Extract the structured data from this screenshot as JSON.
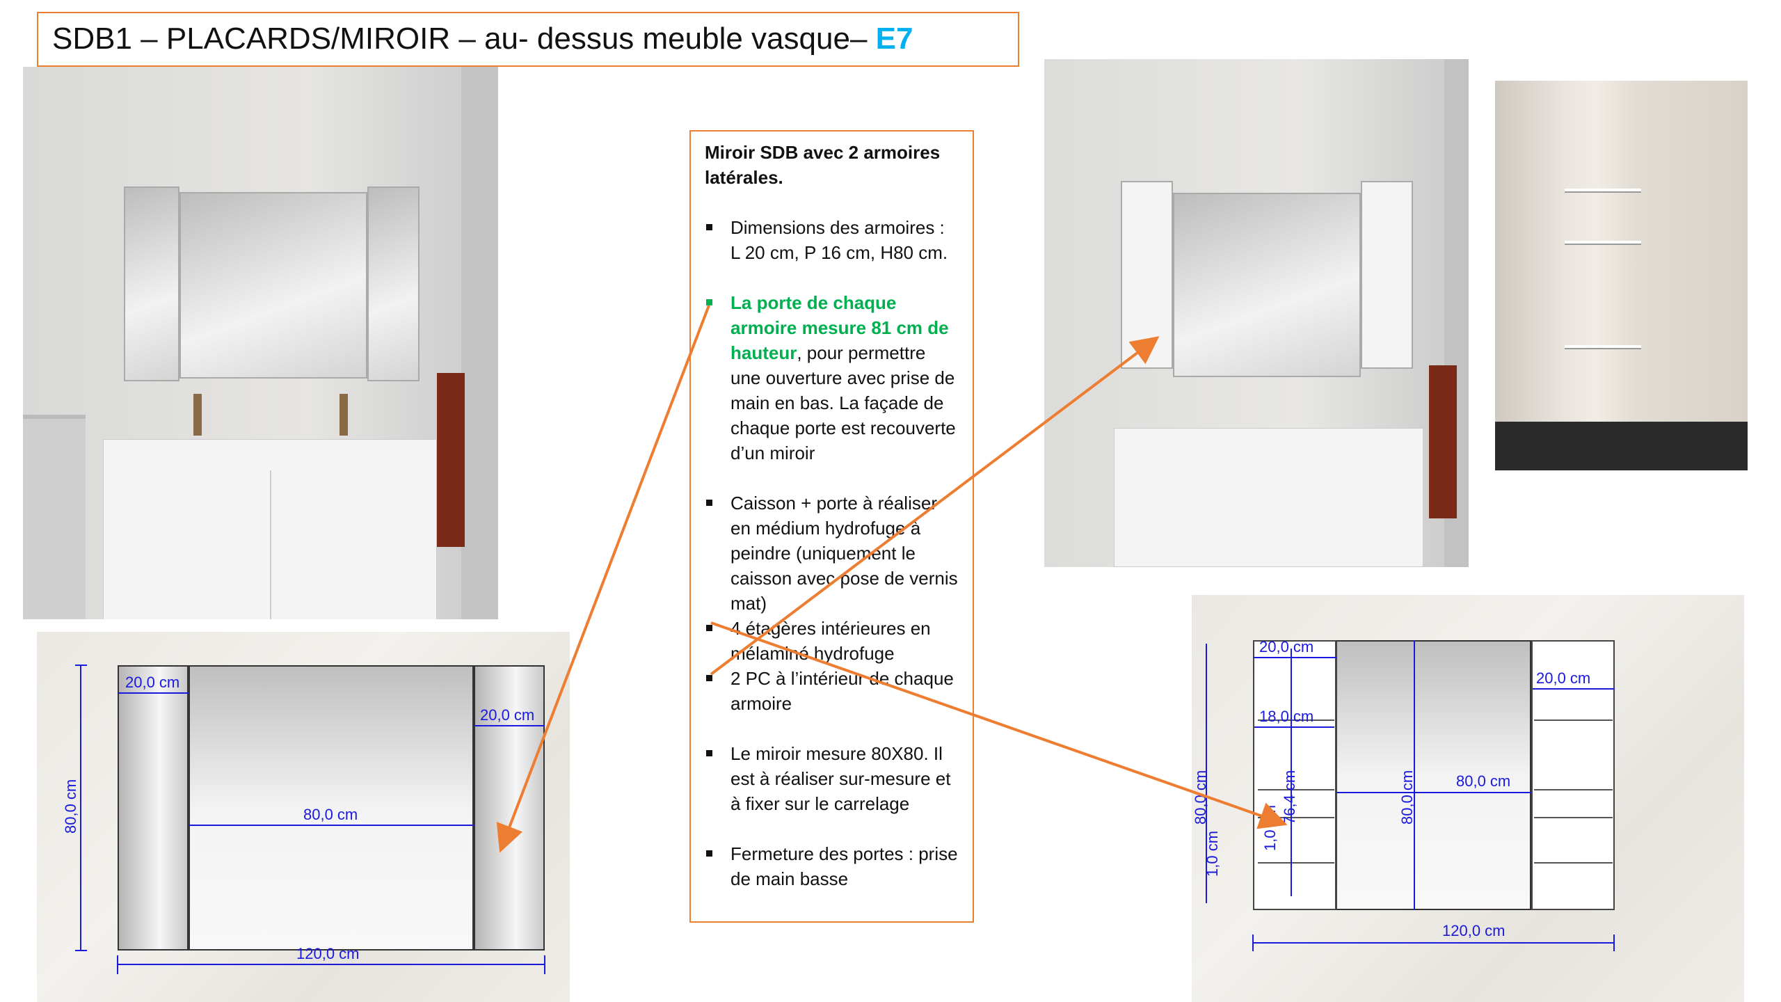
{
  "title": {
    "text": "SDB1 – PLACARDS/MIROIR – au- dessus meuble vasque– ",
    "code": "E7"
  },
  "description": {
    "heading": "Miroir SDB avec 2 armoires latérales.",
    "items": [
      {
        "text": "Dimensions des armoires : L 20 cm, P 16 cm, H80 cm."
      },
      {
        "highlight": "La porte de chaque armoire mesure 81 cm de hauteur",
        "text": ", pour permettre une ouverture avec prise de main en bas. La façade de chaque porte est recouverte d’un miroir"
      },
      {
        "text": "Caisson + porte à réaliser en médium hydrofuge à peindre (uniquement le caisson avec pose de vernis mat)"
      },
      {
        "text": "4 étagères intérieures en mélaminé hydrofuge"
      },
      {
        "text": "2 PC à l’intérieur de chaque armoire"
      },
      {
        "text": "Le miroir mesure 80X80. Il est à réaliser sur-mesure et à fixer sur le carrelage"
      },
      {
        "text": "Fermeture des portes : prise de main basse"
      }
    ]
  },
  "drawing_closed": {
    "left_width": "20,0 cm",
    "right_width": "20,0 cm",
    "mirror_width": "80,0 cm",
    "height": "80,0 cm",
    "total_width": "120,0 cm"
  },
  "drawing_open": {
    "left_width": "20,0 cm",
    "right_width": "20,0 cm",
    "shelf_width": "18,0 cm",
    "shelf_thickness": "1,0 cm",
    "shelf_thickness_2": "1,0 cm",
    "inner_height": "76,4 cm",
    "mirror_width": "80,0 cm",
    "mirror_height": "80,0 cm",
    "height": "80,0 cm",
    "total_width": "120,0 cm"
  },
  "colors": {
    "accent": "#ed7d31",
    "highlight": "#00b050",
    "code": "#00b0f0",
    "dimension": "#1a1adc"
  }
}
